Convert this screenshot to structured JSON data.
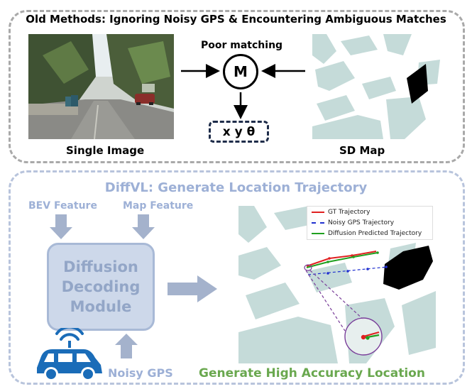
{
  "top": {
    "title": "Old Methods: Ignoring Noisy GPS & Encountering Ambiguous Matches",
    "single_image_label": "Single Image",
    "sd_map_label": "SD Map",
    "poor_matching_label": "Poor matching",
    "matcher_label": "M",
    "output_label": "x y θ"
  },
  "bottom": {
    "title": "DiffVL: Generate Location Trajectory",
    "bev_label": "BEV Feature",
    "map_label": "Map Feature",
    "module_lines": [
      "Diffusion",
      "Decoding",
      "Module"
    ],
    "noisy_gps_label": "Noisy GPS",
    "output_label": "Generate High Accuracy Location",
    "legend": [
      {
        "label": "GT Trajectory",
        "color": "#e02020",
        "style": "solid"
      },
      {
        "label": "Noisy GPS Trajectory",
        "color": "#2030d0",
        "style": "dashed"
      },
      {
        "label": "Diffusion Predicted Trajectory",
        "color": "#20a020",
        "style": "solid"
      }
    ]
  },
  "colors": {
    "accent_blue": "#9db0d6",
    "accent_green": "#6aa84f",
    "map_block": "#c5dbd9"
  }
}
